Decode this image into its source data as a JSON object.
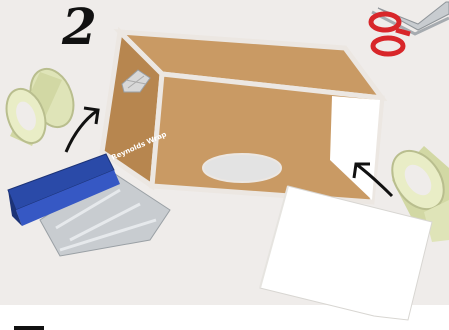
{
  "step": {
    "number": "2"
  },
  "foil": {
    "brand": "Reynolds Wrap"
  },
  "items": {
    "box": "cardboard-box",
    "tape_left": "tape-roll",
    "tape_right": "tape-roll",
    "foil_roll": "aluminum-foil",
    "paper": "white-paper",
    "scissors": "scissors"
  },
  "colors": {
    "background": "#efecea",
    "cardboard": "#c99a64",
    "cardboard_dark": "#b7864f",
    "edge": "#ece7e2",
    "tape": "#dfe4b8",
    "foil": "#c8ccd0",
    "foil_box": "#2a4aa8",
    "scissors_handle": "#d8262a"
  }
}
